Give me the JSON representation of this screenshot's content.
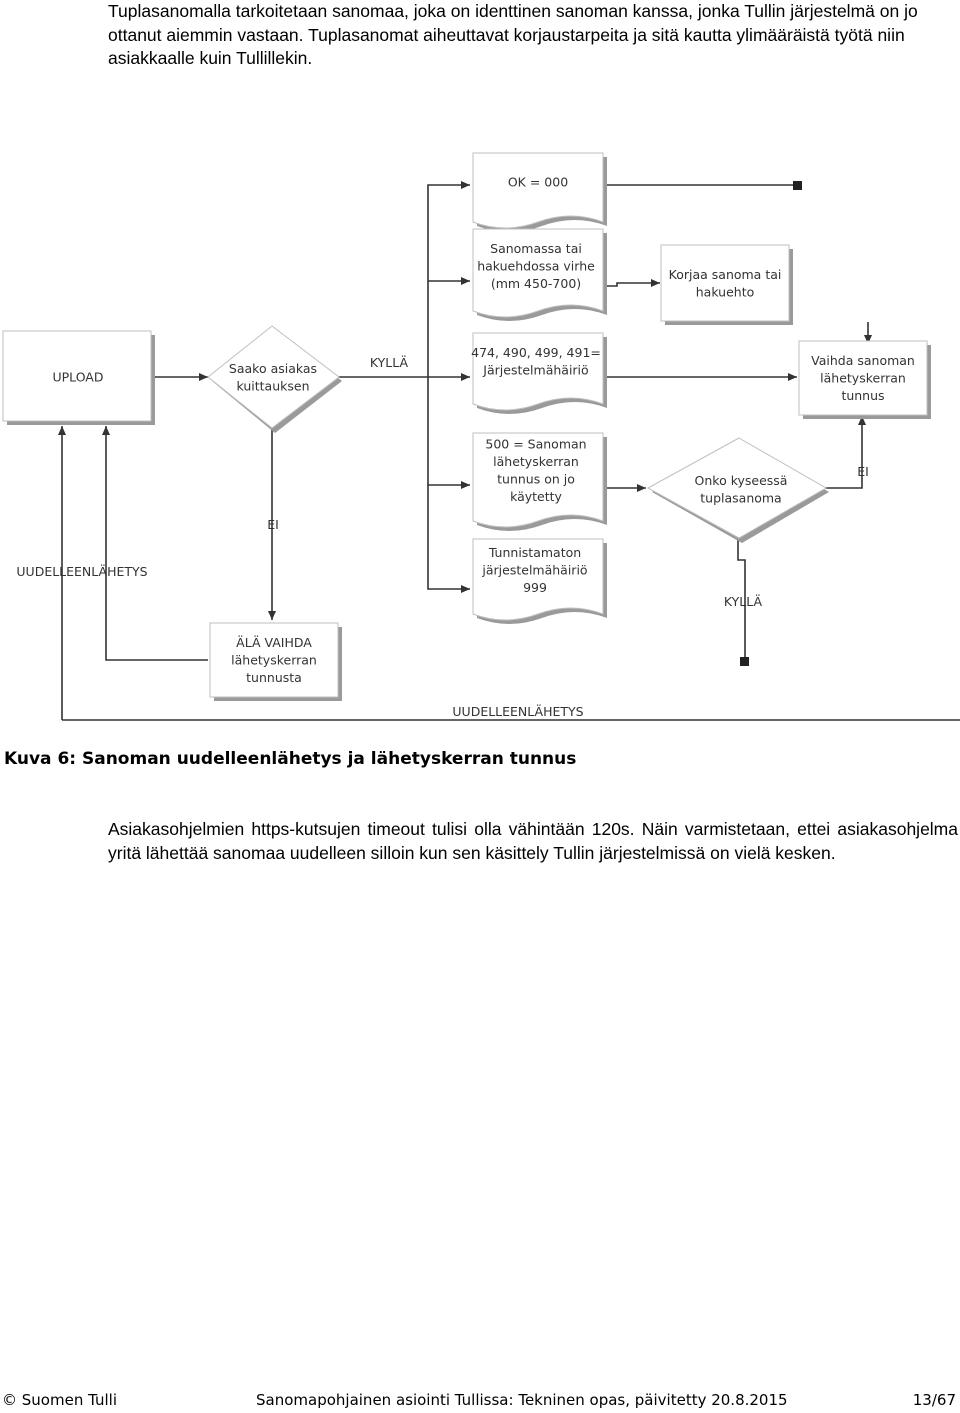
{
  "intro_paragraph": "Tuplasanomalla tarkoitetaan sanomaa, joka on identtinen sanoman kanssa, jonka Tullin järjestelmä on jo ottanut aiemmin vastaan. Tuplasanomat aiheuttavat korjaustarpeita ja sitä kautta ylimääräistä työtä niin asiakkaalle kuin Tullillekin.",
  "diagram": {
    "ok_000": [
      "OK = 000"
    ],
    "sanomassa_virhe": [
      "Sanomassa tai",
      "hakuehdossa virhe",
      "(mm 450-700)"
    ],
    "korjaa": [
      "Korjaa sanoma tai",
      "hakuehto"
    ],
    "upload": [
      "UPLOAD"
    ],
    "saako": [
      "Saako asiakas",
      "kuittauksen"
    ],
    "kylla_1": "KYLLÄ",
    "jarjestelmahairio": [
      "474, 490, 499, 491=",
      "Järjestelmähäiriö"
    ],
    "vaihda": [
      "Vaihda sanoman",
      "lähetyskerran",
      "tunnus"
    ],
    "kaytetty_500": [
      "500 = Sanoman",
      "lähetyskerran",
      "tunnus on jo",
      "käytetty"
    ],
    "onko_tupla": [
      "Onko kyseessä",
      "tuplasanoma"
    ],
    "ei_right": "EI",
    "ei_left": "EI",
    "uudelleen_left": "UUDELLEENLÄHETYS",
    "tunnistamaton": [
      "Tunnistamaton",
      "järjestelmähäiriö",
      "999"
    ],
    "kylla_2": "KYLLÄ",
    "ala_vaihda": [
      "ÄLÄ VAIHDA",
      "lähetyskerran",
      "tunnusta"
    ],
    "uudelleen_bottom": "UUDELLEENLÄHETYS"
  },
  "caption": "Kuva 6: Sanoman uudelleenlähetys ja lähetyskerran tunnus",
  "closing_paragraph": "Asiakasohjelmien https-kutsujen timeout tulisi olla vähintään 120s. Näin varmistetaan, ettei asiakasohjel­ma yritä lähettää sanomaa uudelleen silloin kun sen käsittely Tullin järjestelmissä on vielä kesken.",
  "footer": {
    "left": "© Suomen Tulli",
    "center": "Sanomapohjainen asiointi Tullissa: Tekninen opas, päivitetty 20.8.2015",
    "right": "13/67"
  }
}
